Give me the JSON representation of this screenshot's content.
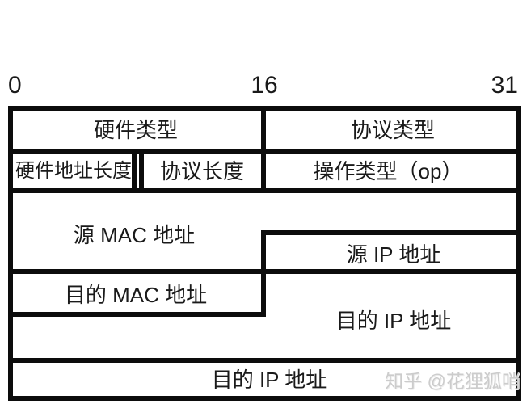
{
  "diagram": {
    "bit_labels": {
      "start": "0",
      "middle": "16",
      "end": "31"
    },
    "fields": {
      "hardware_type": "硬件类型",
      "protocol_type": "协议类型",
      "hardware_addr_len": "硬件地址长度",
      "protocol_len": "协议长度",
      "operation_type": "操作类型（op）",
      "source_mac": "源 MAC 地址",
      "source_ip": "源 IP 地址",
      "dest_mac": "目的 MAC 地址",
      "dest_ip": "目的 IP 地址",
      "dest_ip_cont": "目的 IP 地址"
    },
    "line_color": "#0c0c0c",
    "text_color": "#1a1a1a"
  },
  "watermark": {
    "text": "知乎 @花狸狐哨",
    "color": "#cccccc"
  }
}
